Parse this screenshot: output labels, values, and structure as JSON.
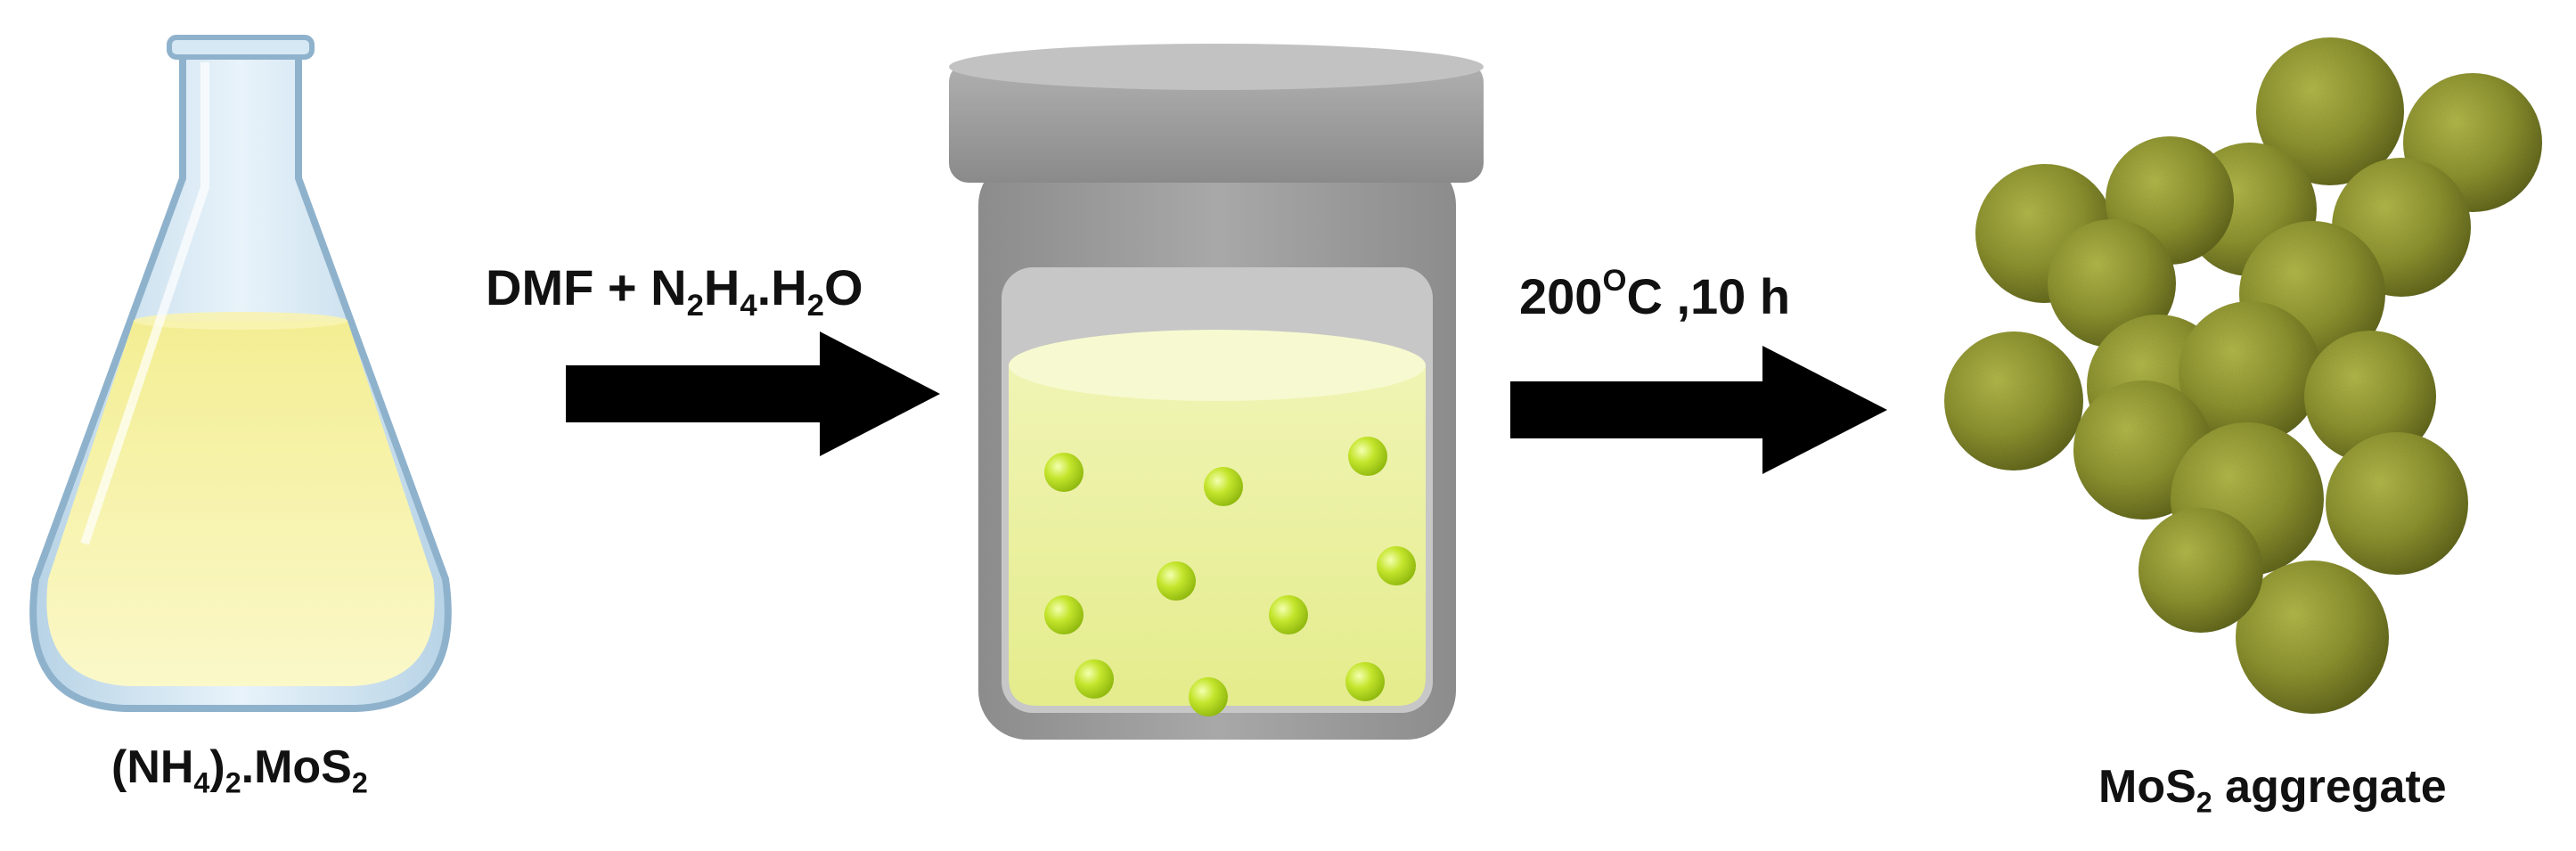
{
  "step1": {
    "reactant_prefix": "(NH",
    "reactant_sub1": "4",
    "reactant_mid": ")",
    "reactant_sub2": "2",
    "reactant_suffix": ".MoS",
    "reactant_sub3": "2"
  },
  "arrow1": {
    "reagent_a": "DMF + N",
    "reagent_sub1": "2",
    "reagent_b": "H",
    "reagent_sub2": "4",
    "reagent_c": ".H",
    "reagent_sub3": "2",
    "reagent_d": "O"
  },
  "arrow2": {
    "temp_value": "200",
    "temp_sup": "O",
    "temp_rest": "C ,10 h"
  },
  "product": {
    "name_prefix": "MoS",
    "name_sub": "2",
    "name_suffix": " aggregate"
  },
  "colors": {
    "solution": "#f6f2a6",
    "flask_glass": "#cfe4f0",
    "flask_outline": "#8fb2cc",
    "vessel_gray": "#9a9a9a",
    "vessel_liquid": "#eef3a0",
    "droplet": "#b8e01e",
    "sphere": "#8a8f2c",
    "arrow": "#000000"
  }
}
